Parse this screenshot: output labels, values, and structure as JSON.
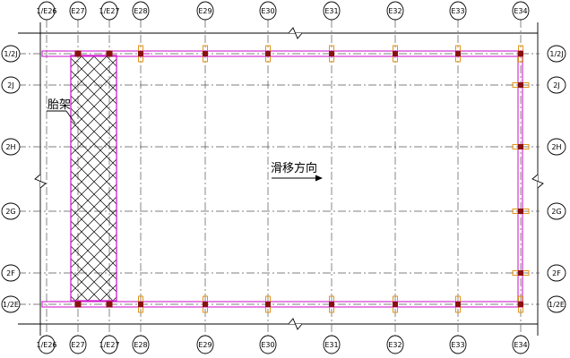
{
  "columns_top": [
    "1/E26",
    "E27",
    "1/E27",
    "E28",
    "E29",
    "E30",
    "E31",
    "E32",
    "E33",
    "E34"
  ],
  "columns_bottom": [
    "1/E26",
    "E27",
    "1/E27",
    "E28",
    "E29",
    "E30",
    "E31",
    "E32",
    "E33",
    "E34"
  ],
  "rows_left": [
    "1/2J",
    "2J",
    "2H",
    "2G",
    "2F",
    "1/2E"
  ],
  "rows_right": [
    "1/2J",
    "2J",
    "2H",
    "2G",
    "2F",
    "1/2E"
  ],
  "labels": {
    "assembly_frame": "胎架",
    "slide_direction": "滑移方向"
  },
  "colors": {
    "beam": "#d21fd2",
    "column_solid": "#8a1010",
    "column_outline": "#e08a00",
    "axis": "#555555"
  }
}
